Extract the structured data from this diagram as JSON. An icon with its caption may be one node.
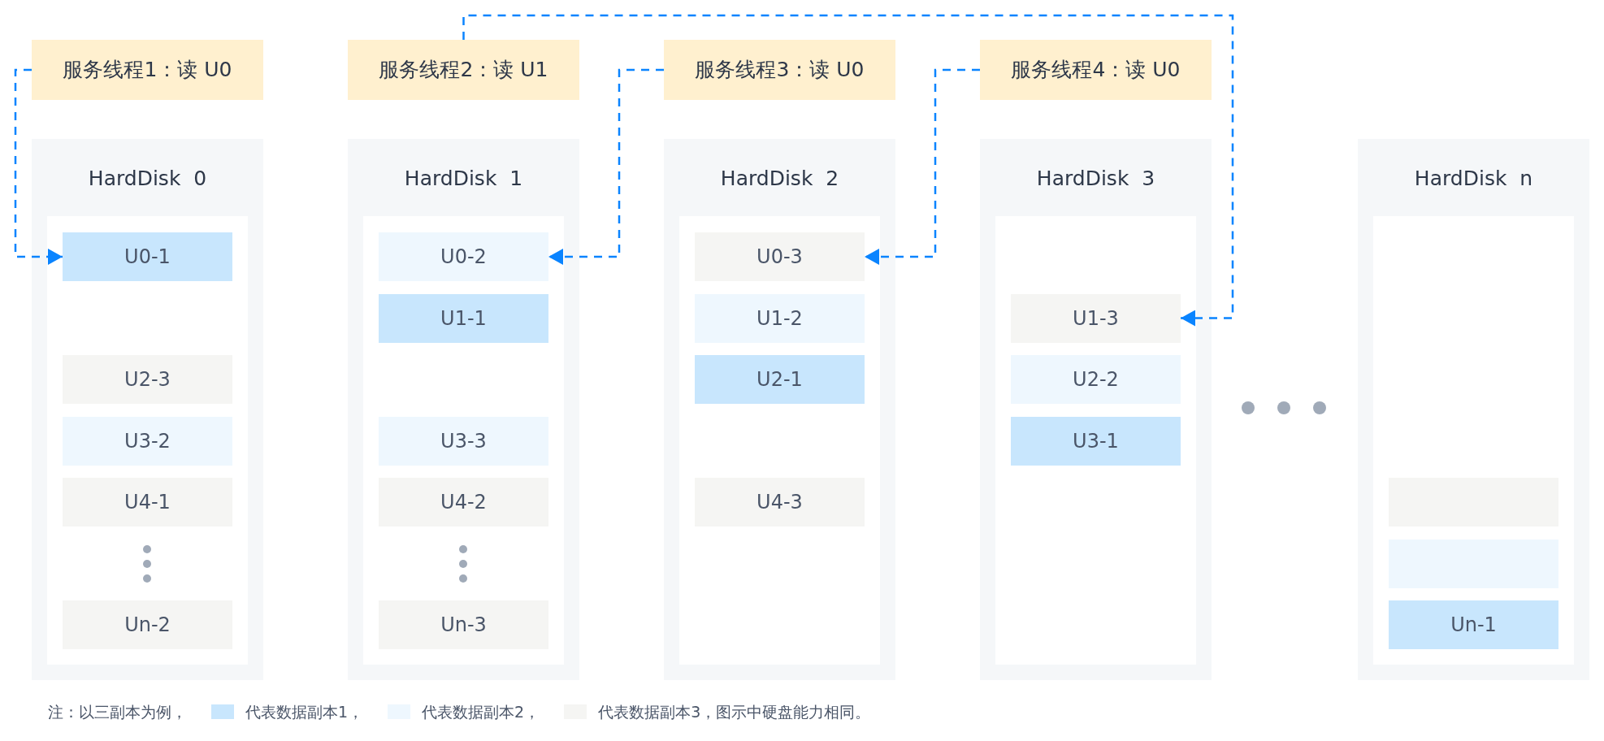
{
  "diagram": {
    "nodes": [
      {
        "text": [
          "服务线程1：读 U0"
        ]
      },
      {
        "text": [
          "服务线程2：读 U1"
        ]
      },
      {
        "text": [
          "服务线程3：读 U0"
        ]
      },
      {
        "text": [
          "服务线程4：读 U0"
        ]
      },
      {
        "text": [
          "HardDisk  0"
        ]
      },
      {
        "text": [
          "U0-1"
        ],
        "in": 4
      },
      {
        "text": [
          "U2-3"
        ],
        "in": 4
      },
      {
        "text": [
          "U3-2"
        ],
        "in": 4
      },
      {
        "text": [
          "U4-1"
        ],
        "in": 4
      },
      {
        "text": [
          "Un-2"
        ],
        "in": 4
      },
      {
        "text": [
          "HardDisk  1"
        ]
      },
      {
        "text": [
          "U0-2"
        ],
        "in": 10
      },
      {
        "text": [
          "U1-1"
        ],
        "in": 10
      },
      {
        "text": [
          "U3-3"
        ],
        "in": 10
      },
      {
        "text": [
          "U4-2"
        ],
        "in": 10
      },
      {
        "text": [
          "Un-3"
        ],
        "in": 10
      },
      {
        "text": [
          "HardDisk  2"
        ]
      },
      {
        "text": [
          "U0-3"
        ],
        "in": 16
      },
      {
        "text": [
          "U1-2"
        ],
        "in": 16
      },
      {
        "text": [
          "U2-1"
        ],
        "in": 16
      },
      {
        "text": [
          "U4-3"
        ],
        "in": 16
      },
      {
        "text": [
          "HardDisk  3"
        ]
      },
      {
        "text": [
          "U1-3"
        ],
        "in": 21
      },
      {
        "text": [
          "U2-2"
        ],
        "in": 21
      },
      {
        "text": [
          "U3-1"
        ],
        "in": 21
      },
      {
        "text": [
          "HardDisk  n"
        ]
      },
      {
        "text": [],
        "shape": "box",
        "in": 25
      },
      {
        "text": [],
        "shape": "box",
        "in": 25
      },
      {
        "text": [
          "Un-1"
        ],
        "in": 25
      }
    ],
    "edges": [
      {
        "from": 0,
        "to": 5,
        "arrow": "to",
        "style": "dashed"
      },
      {
        "from": 1,
        "to": 22,
        "arrow": "to",
        "style": "dashed"
      },
      {
        "from": 2,
        "to": 11,
        "arrow": "to",
        "style": "dashed"
      },
      {
        "from": 3,
        "to": 17,
        "arrow": "to",
        "style": "dashed"
      }
    ],
    "labels": [
      "注：以三副本为例，"
    ],
    "legend": [
      {
        "text": "代表数据副本1，",
        "color": "#c8e6fd"
      },
      {
        "text": "代表数据副本2，",
        "color": "#eef7fe"
      },
      {
        "text": "代表数据副本3，图示中硬盘能力相同。",
        "color": "#f5f5f3"
      }
    ]
  }
}
